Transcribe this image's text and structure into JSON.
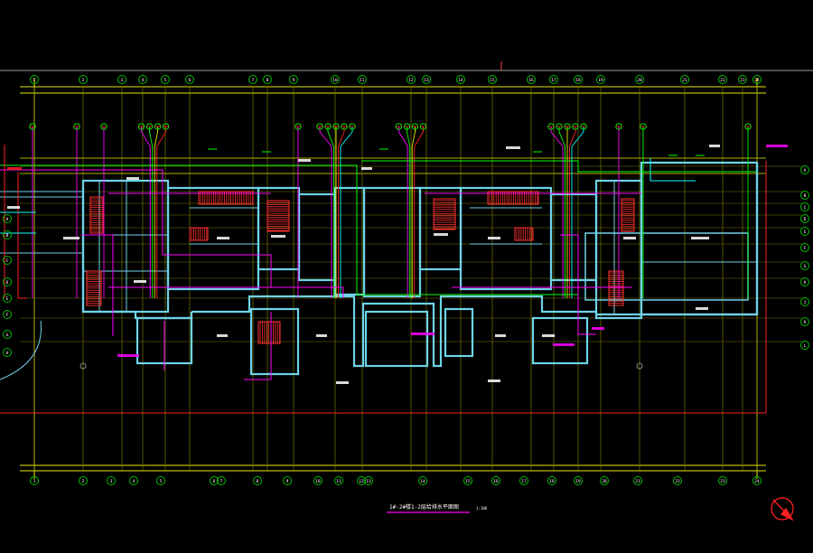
{
  "drawing": {
    "title": "1#-2#楼1-2层给排水平面图",
    "scale": "1:100",
    "background": "#000000",
    "palette": {
      "grid": "#e8e800",
      "axis_bubble": "#00c000",
      "wall": "#6fd3e8",
      "stair": "#ff3030",
      "pipe_magenta": "#ff00ff",
      "pipe_green": "#00ff00",
      "pipe_cyan": "#00ffff",
      "pipe_red": "#ff2020",
      "text_white": "#ffffff",
      "north_arrow": "#ff2020"
    }
  },
  "axis_labels": {
    "top": [
      "1",
      "2",
      "3",
      "4",
      "5",
      "6",
      "7",
      "8",
      "9",
      "10",
      "11",
      "12",
      "13",
      "14",
      "15",
      "16",
      "17",
      "18",
      "19",
      "20",
      "21",
      "22",
      "23",
      "24"
    ],
    "bottom": [
      "1",
      "2",
      "3",
      "4",
      "5",
      "6",
      "7",
      "8",
      "9",
      "10",
      "11",
      "12",
      "13",
      "14",
      "15",
      "16",
      "17",
      "18",
      "19",
      "20",
      "21",
      "22",
      "23",
      "24"
    ],
    "left": [
      "A",
      "B",
      "C",
      "D",
      "E",
      "F",
      "G",
      "H"
    ],
    "right": [
      "A",
      "B",
      "C",
      "D",
      "E",
      "F",
      "G",
      "H",
      "J",
      "K",
      "L"
    ]
  },
  "north_arrow": {
    "icon": "north-arrow-icon"
  }
}
